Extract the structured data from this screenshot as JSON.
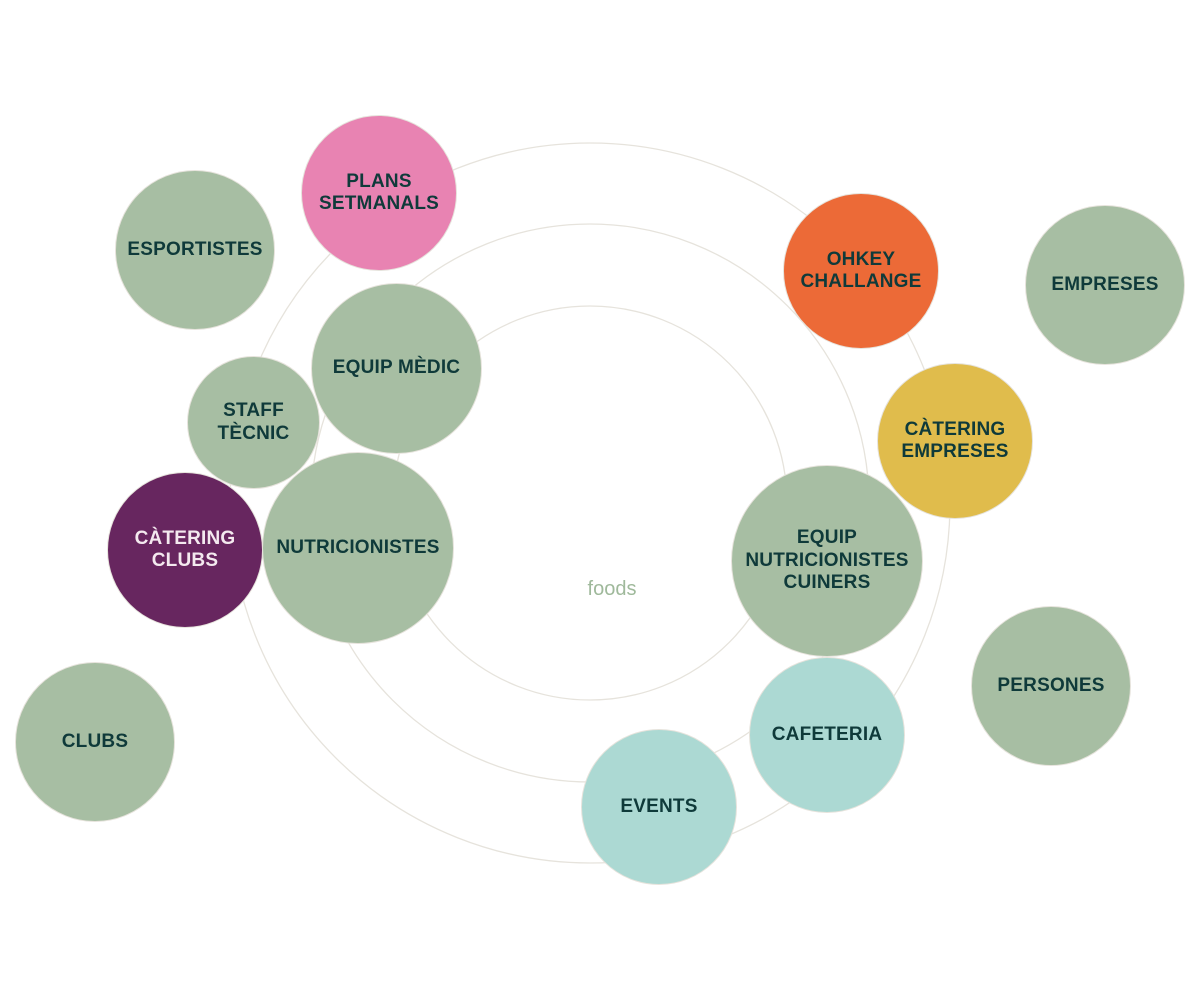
{
  "colors": {
    "sage": "#a7bea3",
    "pink": "#e883b2",
    "orange": "#ec6a37",
    "mustard": "#e0bc4c",
    "purple": "#67265f",
    "mint": "#acd9d3",
    "dark_text": "#0f3a3a",
    "light_text": "#f4e9ef",
    "center_text": "#9fb99b",
    "ring": "#e6e3dc"
  },
  "center": {
    "label": "foods"
  },
  "bubbles": {
    "esportistes": {
      "label": "ESPORTISTES",
      "color": "#a7bea3"
    },
    "plans_setmanals": {
      "label": "PLANS\nSETMANALS",
      "color": "#e883b2"
    },
    "equip_medic": {
      "label": "EQUIP MÈDIC",
      "color": "#a7bea3"
    },
    "staff_tecnic": {
      "label": "STAFF\nTÈCNIC",
      "color": "#a7bea3"
    },
    "catering_clubs": {
      "label": "CÀTERING\nCLUBS",
      "color": "#67265f"
    },
    "nutricionistes": {
      "label": "NUTRICIONISTES",
      "color": "#a7bea3"
    },
    "clubs": {
      "label": "CLUBS",
      "color": "#a7bea3"
    },
    "ohkey_challange": {
      "label": "OHKEY\nCHALLANGE",
      "color": "#ec6a37"
    },
    "empreses": {
      "label": "EMPRESES",
      "color": "#a7bea3"
    },
    "catering_empreses": {
      "label": "CÀTERING\nEMPRESES",
      "color": "#e0bc4c"
    },
    "equip_nutricionistes_cuiners": {
      "label": "EQUIP\nNUTRICIONISTES\nCUINERS",
      "color": "#a7bea3"
    },
    "persones": {
      "label": "PERSONES",
      "color": "#a7bea3"
    },
    "cafeteria": {
      "label": "CAFETERIA",
      "color": "#acd9d3"
    },
    "events": {
      "label": "EVENTS",
      "color": "#acd9d3"
    }
  }
}
